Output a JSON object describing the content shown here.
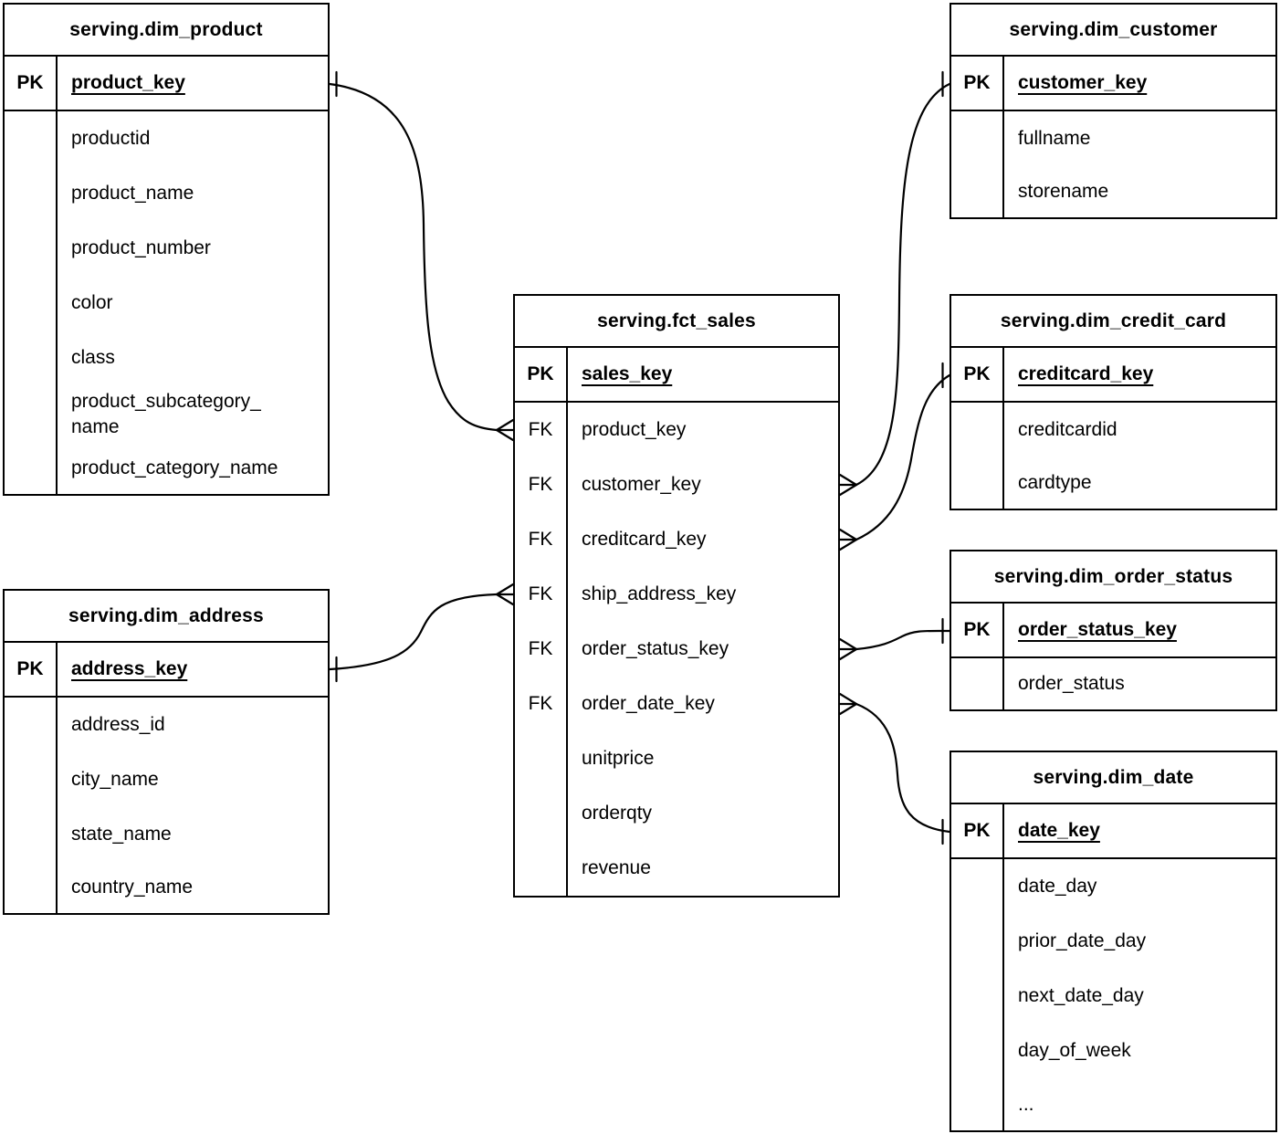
{
  "diagram": {
    "background_color": "#ffffff",
    "line_color": "#000000",
    "text_color": "#000000",
    "tables": [
      {
        "id": "dim_product",
        "title": "serving.dim_product",
        "rows": [
          {
            "key": "PK",
            "name": "product_key",
            "is_pk": true
          },
          {
            "key": "",
            "name": "productid"
          },
          {
            "key": "",
            "name": "product_name"
          },
          {
            "key": "",
            "name": "product_number"
          },
          {
            "key": "",
            "name": "color"
          },
          {
            "key": "",
            "name": "class"
          },
          {
            "key": "",
            "name": "product_subcategory_\nname"
          },
          {
            "key": "",
            "name": "product_category_name"
          }
        ]
      },
      {
        "id": "dim_customer",
        "title": "serving.dim_customer",
        "rows": [
          {
            "key": "PK",
            "name": "customer_key",
            "is_pk": true
          },
          {
            "key": "",
            "name": "fullname"
          },
          {
            "key": "",
            "name": "storename"
          }
        ]
      },
      {
        "id": "fct_sales",
        "title": "serving.fct_sales",
        "rows": [
          {
            "key": "PK",
            "name": "sales_key",
            "is_pk": true
          },
          {
            "key": "FK",
            "name": "product_key"
          },
          {
            "key": "FK",
            "name": "customer_key"
          },
          {
            "key": "FK",
            "name": "creditcard_key"
          },
          {
            "key": "FK",
            "name": "ship_address_key"
          },
          {
            "key": "FK",
            "name": "order_status_key"
          },
          {
            "key": "FK",
            "name": "order_date_key"
          },
          {
            "key": "",
            "name": "unitprice"
          },
          {
            "key": "",
            "name": "orderqty"
          },
          {
            "key": "",
            "name": "revenue"
          }
        ]
      },
      {
        "id": "dim_credit_card",
        "title": "serving.dim_credit_card",
        "rows": [
          {
            "key": "PK",
            "name": "creditcard_key",
            "is_pk": true
          },
          {
            "key": "",
            "name": "creditcardid"
          },
          {
            "key": "",
            "name": "cardtype"
          }
        ]
      },
      {
        "id": "dim_order_status",
        "title": "serving.dim_order_status",
        "rows": [
          {
            "key": "PK",
            "name": "order_status_key",
            "is_pk": true
          },
          {
            "key": "",
            "name": "order_status"
          }
        ]
      },
      {
        "id": "dim_date",
        "title": "serving.dim_date",
        "rows": [
          {
            "key": "PK",
            "name": "date_key",
            "is_pk": true
          },
          {
            "key": "",
            "name": "date_day"
          },
          {
            "key": "",
            "name": "prior_date_day"
          },
          {
            "key": "",
            "name": "next_date_day"
          },
          {
            "key": "",
            "name": "day_of_week"
          },
          {
            "key": "",
            "name": "..."
          }
        ]
      },
      {
        "id": "dim_address",
        "title": "serving.dim_address",
        "rows": [
          {
            "key": "PK",
            "name": "address_key",
            "is_pk": true
          },
          {
            "key": "",
            "name": "address_id"
          },
          {
            "key": "",
            "name": "city_name"
          },
          {
            "key": "",
            "name": "state_name"
          },
          {
            "key": "",
            "name": "country_name"
          }
        ]
      }
    ],
    "relationships": [
      {
        "id": "rel_product",
        "from_table": "serving.fct_sales",
        "from_field": "product_key",
        "from_cardinality": "many",
        "to_table": "serving.dim_product",
        "to_field": "product_key",
        "to_cardinality": "one"
      },
      {
        "id": "rel_address",
        "from_table": "serving.fct_sales",
        "from_field": "ship_address_key",
        "from_cardinality": "many",
        "to_table": "serving.dim_address",
        "to_field": "address_key",
        "to_cardinality": "one"
      },
      {
        "id": "rel_customer",
        "from_table": "serving.fct_sales",
        "from_field": "customer_key",
        "from_cardinality": "many",
        "to_table": "serving.dim_customer",
        "to_field": "customer_key",
        "to_cardinality": "one"
      },
      {
        "id": "rel_creditcard",
        "from_table": "serving.fct_sales",
        "from_field": "creditcard_key",
        "from_cardinality": "many",
        "to_table": "serving.dim_credit_card",
        "to_field": "creditcard_key",
        "to_cardinality": "one"
      },
      {
        "id": "rel_order_status",
        "from_table": "serving.fct_sales",
        "from_field": "order_status_key",
        "from_cardinality": "many",
        "to_table": "serving.dim_order_status",
        "to_field": "order_status_key",
        "to_cardinality": "one"
      },
      {
        "id": "rel_order_date",
        "from_table": "serving.fct_sales",
        "from_field": "order_date_key",
        "from_cardinality": "many",
        "to_table": "serving.dim_date",
        "to_field": "date_key",
        "to_cardinality": "one"
      }
    ]
  }
}
